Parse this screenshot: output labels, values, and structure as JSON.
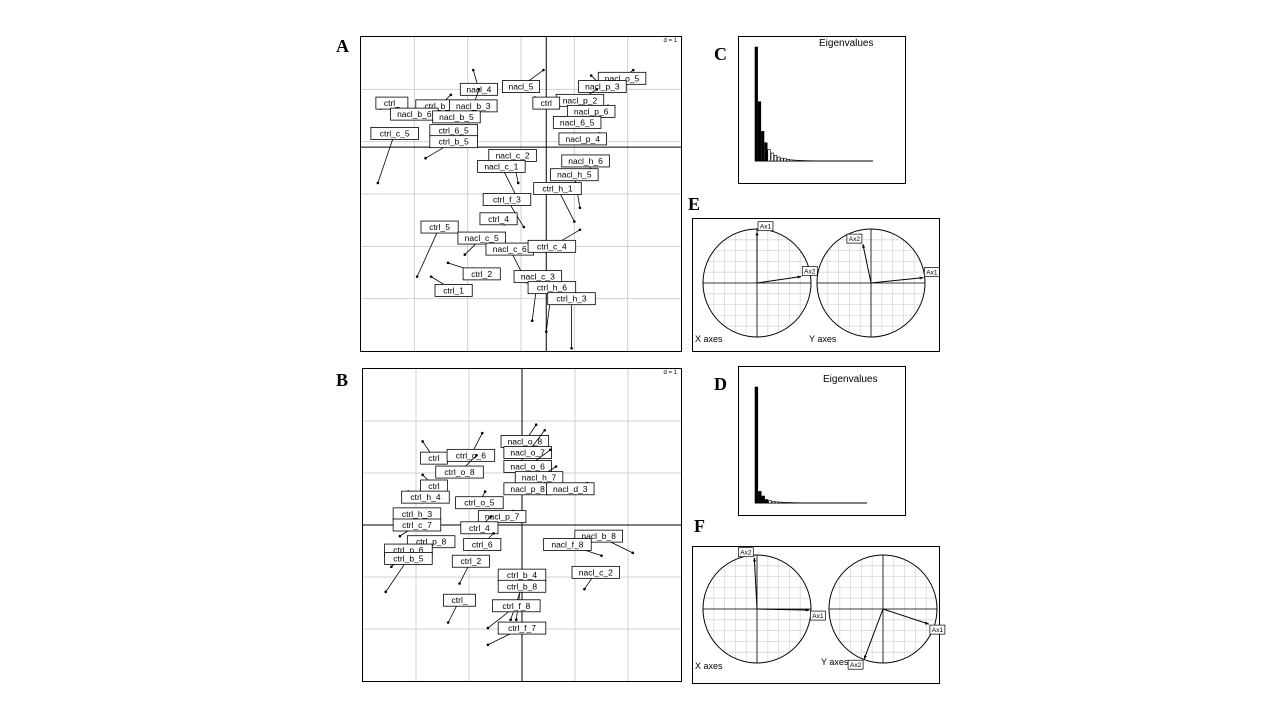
{
  "panels": {
    "A": {
      "letter": "A",
      "d_label": "d = 1"
    },
    "B": {
      "letter": "B",
      "d_label": "d = 1"
    },
    "C": {
      "letter": "C"
    },
    "D": {
      "letter": "D"
    },
    "E": {
      "letter": "E",
      "x_caption": "X axes",
      "y_caption": "Y axes"
    },
    "F": {
      "letter": "F",
      "x_caption": "X axes",
      "y_caption": "Y axes"
    }
  },
  "chart_data": [
    {
      "panel": "A",
      "type": "scatter",
      "description_labels_printed": true,
      "labels": [
        {
          "text": "nacl_4",
          "x": -0.9,
          "y": 1.05,
          "dx": -0.1,
          "dy": 0.35
        },
        {
          "text": "nacl_5",
          "x": -0.15,
          "y": 1.1,
          "dx": 0.4,
          "dy": 0.3
        },
        {
          "text": "nacl_o_5",
          "x": 1.65,
          "y": 1.25,
          "dx": 0.2,
          "dy": 0.15
        },
        {
          "text": "nacl_p_3",
          "x": 1.3,
          "y": 1.1,
          "dx": -0.2,
          "dy": 0.2
        },
        {
          "text": "ctrl_",
          "x": -2.45,
          "y": 0.8,
          "dx": -0.2,
          "dy": -0.1
        },
        {
          "text": "ctrl_b_3",
          "x": -1.6,
          "y": 0.75,
          "dx": 0.2,
          "dy": 0.2
        },
        {
          "text": "nacl_b_3",
          "x": -1.0,
          "y": 0.75,
          "dx": 0.1,
          "dy": 0.3
        },
        {
          "text": "nacl_p_2",
          "x": 0.9,
          "y": 0.85,
          "dx": 0.3,
          "dy": 0.2
        },
        {
          "text": "ctrl",
          "x": 0.3,
          "y": 0.8,
          "dx": -0.2,
          "dy": 0.1
        },
        {
          "text": "nacl_b_6",
          "x": -2.05,
          "y": 0.6,
          "dx": -0.3,
          "dy": 0.1
        },
        {
          "text": "nacl_b_5",
          "x": -1.3,
          "y": 0.55,
          "dx": 0.2,
          "dy": 0.0
        },
        {
          "text": "nacl_p_6",
          "x": 1.1,
          "y": 0.65,
          "dx": 0.3,
          "dy": 0.1
        },
        {
          "text": "nacl_6_5",
          "x": 0.85,
          "y": 0.45,
          "dx": 0.1,
          "dy": 0.1
        },
        {
          "text": "ctrl_c_5",
          "x": -2.4,
          "y": 0.25,
          "dx": -0.3,
          "dy": -0.9
        },
        {
          "text": "ctrl_6_5",
          "x": -1.35,
          "y": 0.3,
          "dx": 0.1,
          "dy": -0.2
        },
        {
          "text": "nacl_p_4",
          "x": 0.95,
          "y": 0.15,
          "dx": 0.3,
          "dy": 0.1
        },
        {
          "text": "ctrl_b_5",
          "x": -1.35,
          "y": 0.1,
          "dx": -0.5,
          "dy": -0.3
        },
        {
          "text": "nacl_c_2",
          "x": -0.3,
          "y": -0.15,
          "dx": 0.1,
          "dy": -0.5
        },
        {
          "text": "nacl_h_6",
          "x": 1.0,
          "y": -0.25,
          "dx": 0.2,
          "dy": -0.3
        },
        {
          "text": "nacl_c_1",
          "x": -0.5,
          "y": -0.35,
          "dx": 0.3,
          "dy": -0.6
        },
        {
          "text": "nacl_h_5",
          "x": 0.8,
          "y": -0.5,
          "dx": 0.1,
          "dy": -0.6
        },
        {
          "text": "ctrl_h_1",
          "x": 0.5,
          "y": -0.75,
          "dx": 0.3,
          "dy": -0.6
        },
        {
          "text": "ctrl_f_3",
          "x": -0.4,
          "y": -0.95,
          "dx": 0.3,
          "dy": -0.5
        },
        {
          "text": "ctrl_4",
          "x": -0.55,
          "y": -1.3,
          "dx": 0.1,
          "dy": -0.1
        },
        {
          "text": "ctrl_5",
          "x": -1.6,
          "y": -1.45,
          "dx": -0.4,
          "dy": -0.9
        },
        {
          "text": "nacl_c_5",
          "x": -0.85,
          "y": -1.65,
          "dx": -0.3,
          "dy": -0.3
        },
        {
          "text": "nacl_c_6",
          "x": -0.35,
          "y": -1.85,
          "dx": 0.3,
          "dy": -0.6
        },
        {
          "text": "ctrl_c_4",
          "x": 0.4,
          "y": -1.8,
          "dx": 0.5,
          "dy": 0.3
        },
        {
          "text": "ctrl_2",
          "x": -0.85,
          "y": -2.3,
          "dx": -0.6,
          "dy": 0.2
        },
        {
          "text": "nacl_c_3",
          "x": 0.15,
          "y": -2.35,
          "dx": -0.1,
          "dy": -0.8
        },
        {
          "text": "ctrl_h_6",
          "x": 0.4,
          "y": -2.55,
          "dx": -0.1,
          "dy": -0.8
        },
        {
          "text": "ctrl_1",
          "x": -1.35,
          "y": -2.6,
          "dx": -0.4,
          "dy": 0.25
        },
        {
          "text": "ctrl_h_3",
          "x": 0.75,
          "y": -2.75,
          "dx": 0.0,
          "dy": -0.9
        }
      ],
      "xlim": [
        -3,
        2.7
      ],
      "ylim": [
        -3.7,
        2.0
      ]
    },
    {
      "panel": "B",
      "type": "scatter",
      "labels": [
        {
          "text": "nacl_o_8",
          "x": 0.05,
          "y": 1.5,
          "dx": 0.2,
          "dy": 0.3
        },
        {
          "text": "nacl_o_7",
          "x": 0.1,
          "y": 1.3,
          "dx": 0.3,
          "dy": 0.4
        },
        {
          "text": "ctrl",
          "x": -1.55,
          "y": 1.2,
          "dx": -0.2,
          "dy": 0.3
        },
        {
          "text": "ctrl_o_6",
          "x": -0.9,
          "y": 1.25,
          "dx": 0.2,
          "dy": 0.4
        },
        {
          "text": "nacl_o_6",
          "x": 0.1,
          "y": 1.05,
          "dx": 0.4,
          "dy": 0.3
        },
        {
          "text": "ctrl_o_8",
          "x": -1.1,
          "y": 0.95,
          "dx": 0.3,
          "dy": 0.3
        },
        {
          "text": "nacl_h_7",
          "x": 0.3,
          "y": 0.85,
          "dx": 0.3,
          "dy": 0.2
        },
        {
          "text": "ctrl",
          "x": -1.55,
          "y": 0.7,
          "dx": -0.2,
          "dy": 0.2
        },
        {
          "text": "nacl_p_8",
          "x": 0.1,
          "y": 0.65,
          "dx": 0.3,
          "dy": 0.1
        },
        {
          "text": "ctrl_h_4",
          "x": -1.7,
          "y": 0.5,
          "dx": -0.3,
          "dy": 0.1
        },
        {
          "text": "nacl_d_3",
          "x": 0.85,
          "y": 0.65,
          "dx": 0.3,
          "dy": 0.1
        },
        {
          "text": "ctrl_o_5",
          "x": -0.75,
          "y": 0.4,
          "dx": 0.1,
          "dy": 0.2
        },
        {
          "text": "nacl_p_7",
          "x": -0.35,
          "y": 0.15,
          "dx": 0.2,
          "dy": 0.1
        },
        {
          "text": "ctrl_h_3",
          "x": -1.85,
          "y": 0.2,
          "dx": -0.3,
          "dy": -0.1
        },
        {
          "text": "ctrl_c_7",
          "x": -1.85,
          "y": 0.0,
          "dx": -0.3,
          "dy": -0.2
        },
        {
          "text": "ctrl_4",
          "x": -0.75,
          "y": -0.05,
          "dx": 0.2,
          "dy": 0.2
        },
        {
          "text": "nacl_b_8",
          "x": 1.35,
          "y": -0.2,
          "dx": 0.6,
          "dy": -0.3
        },
        {
          "text": "ctrl_p_8",
          "x": -1.6,
          "y": -0.3,
          "dx": -0.3,
          "dy": -0.3
        },
        {
          "text": "ctrl_6",
          "x": -0.7,
          "y": -0.35,
          "dx": 0.2,
          "dy": 0.2
        },
        {
          "text": "ctrl_p_6",
          "x": -2.0,
          "y": -0.45,
          "dx": -0.3,
          "dy": -0.3
        },
        {
          "text": "nacl_f_8",
          "x": 0.8,
          "y": -0.35,
          "dx": 0.6,
          "dy": -0.2
        },
        {
          "text": "ctrl_b_5",
          "x": -2.0,
          "y": -0.6,
          "dx": -0.4,
          "dy": -0.6
        },
        {
          "text": "ctrl_2",
          "x": -0.9,
          "y": -0.65,
          "dx": -0.2,
          "dy": -0.4
        },
        {
          "text": "nacl_c_2",
          "x": 1.3,
          "y": -0.85,
          "dx": -0.2,
          "dy": -0.3
        },
        {
          "text": "ctrl_b_4",
          "x": 0.0,
          "y": -0.9,
          "dx": -0.1,
          "dy": -0.8
        },
        {
          "text": "ctrl_b_8",
          "x": 0.0,
          "y": -1.1,
          "dx": -0.2,
          "dy": -0.6
        },
        {
          "text": "ctrl_",
          "x": -1.1,
          "y": -1.35,
          "dx": -0.2,
          "dy": -0.4
        },
        {
          "text": "ctrl_f_8",
          "x": -0.1,
          "y": -1.45,
          "dx": -0.5,
          "dy": -0.4
        },
        {
          "text": "ctrl_f_7",
          "x": 0.0,
          "y": -1.85,
          "dx": -0.6,
          "dy": -0.3
        }
      ],
      "xlim": [
        -2.8,
        2.8
      ],
      "ylim": [
        -2.8,
        2.8
      ]
    },
    {
      "panel": "C",
      "type": "bar",
      "title": "Eigenvalues",
      "values": [
        100,
        52,
        26,
        16,
        10,
        7,
        5,
        3.5,
        2.5,
        2,
        1.5,
        1,
        0.8,
        0.6,
        0.5,
        0.4,
        0.3,
        0.25,
        0.2,
        0.15
      ]
    },
    {
      "panel": "D",
      "type": "bar",
      "title": "Eigenvalues",
      "values": [
        100,
        10,
        6,
        3,
        2,
        1.5,
        1,
        0.8,
        0.6,
        0.5,
        0.4,
        0.3,
        0.25,
        0.2,
        0.15,
        0.1
      ]
    },
    {
      "panel": "E",
      "type": "scatter",
      "circles": [
        {
          "arrows": [
            {
              "label": "Ax1",
              "x": 0.0,
              "y": 0.95
            },
            {
              "label": "Ax2",
              "x": 0.82,
              "y": 0.12
            }
          ]
        },
        {
          "arrows": [
            {
              "label": "Ax2",
              "x": -0.15,
              "y": 0.72
            },
            {
              "label": "Ax1",
              "x": 0.97,
              "y": 0.1
            }
          ]
        }
      ]
    },
    {
      "panel": "F",
      "type": "scatter",
      "circles": [
        {
          "arrows": [
            {
              "label": "Ax2",
              "x": -0.05,
              "y": 0.95
            },
            {
              "label": "Ax1",
              "x": 0.97,
              "y": -0.02
            }
          ]
        },
        {
          "arrows": [
            {
              "label": "Ax1",
              "x": 0.85,
              "y": -0.28
            },
            {
              "label": "Ax2",
              "x": -0.35,
              "y": -0.93
            }
          ]
        }
      ]
    }
  ]
}
